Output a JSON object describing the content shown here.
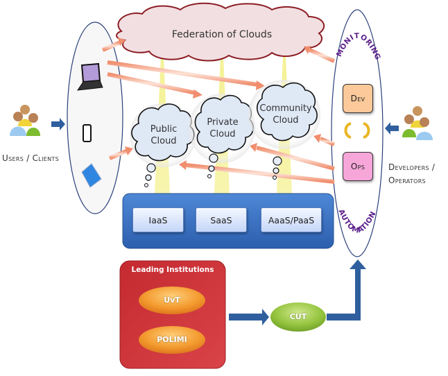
{
  "diagram": {
    "federation": {
      "label": "Federation of Clouds"
    },
    "clouds": [
      {
        "line1": "Public",
        "line2": "Cloud"
      },
      {
        "line1": "Private",
        "line2": "Cloud"
      },
      {
        "line1": "Community",
        "line2": "Cloud"
      }
    ],
    "services": [
      "IaaS",
      "SaaS",
      "AaaS/PaaS"
    ],
    "users": {
      "line1": "Users / Clients"
    },
    "developers": {
      "line1": "Developers /",
      "line2": "Operators"
    },
    "devices": [
      "laptop",
      "smartphone",
      "tablet"
    ],
    "devops": {
      "top_arc": "MONITORING",
      "bottom_arc": "AUTOMATION",
      "dev": "Dev",
      "ops": "Ops"
    },
    "institutions": {
      "title": "Leading Institutions",
      "members": [
        "UvT",
        "POLIMI"
      ]
    },
    "cut": {
      "label": "CUT"
    },
    "colors": {
      "federation_fill": "#f0dde0",
      "federation_stroke": "#8c1d24",
      "cloud_fill": "#dfe8f5",
      "service_panel": "#3a73c4",
      "institutions_panel": "#cf3339",
      "oval_orange": "#f2962d",
      "oval_green": "#8fc23c",
      "dev_box": "#fbc99a",
      "ops_box": "#f6a6d9",
      "arc_text": "#5b1e8a",
      "flow_arrow": "#2f5f9e",
      "link_arrow": "#f6b69a"
    }
  }
}
